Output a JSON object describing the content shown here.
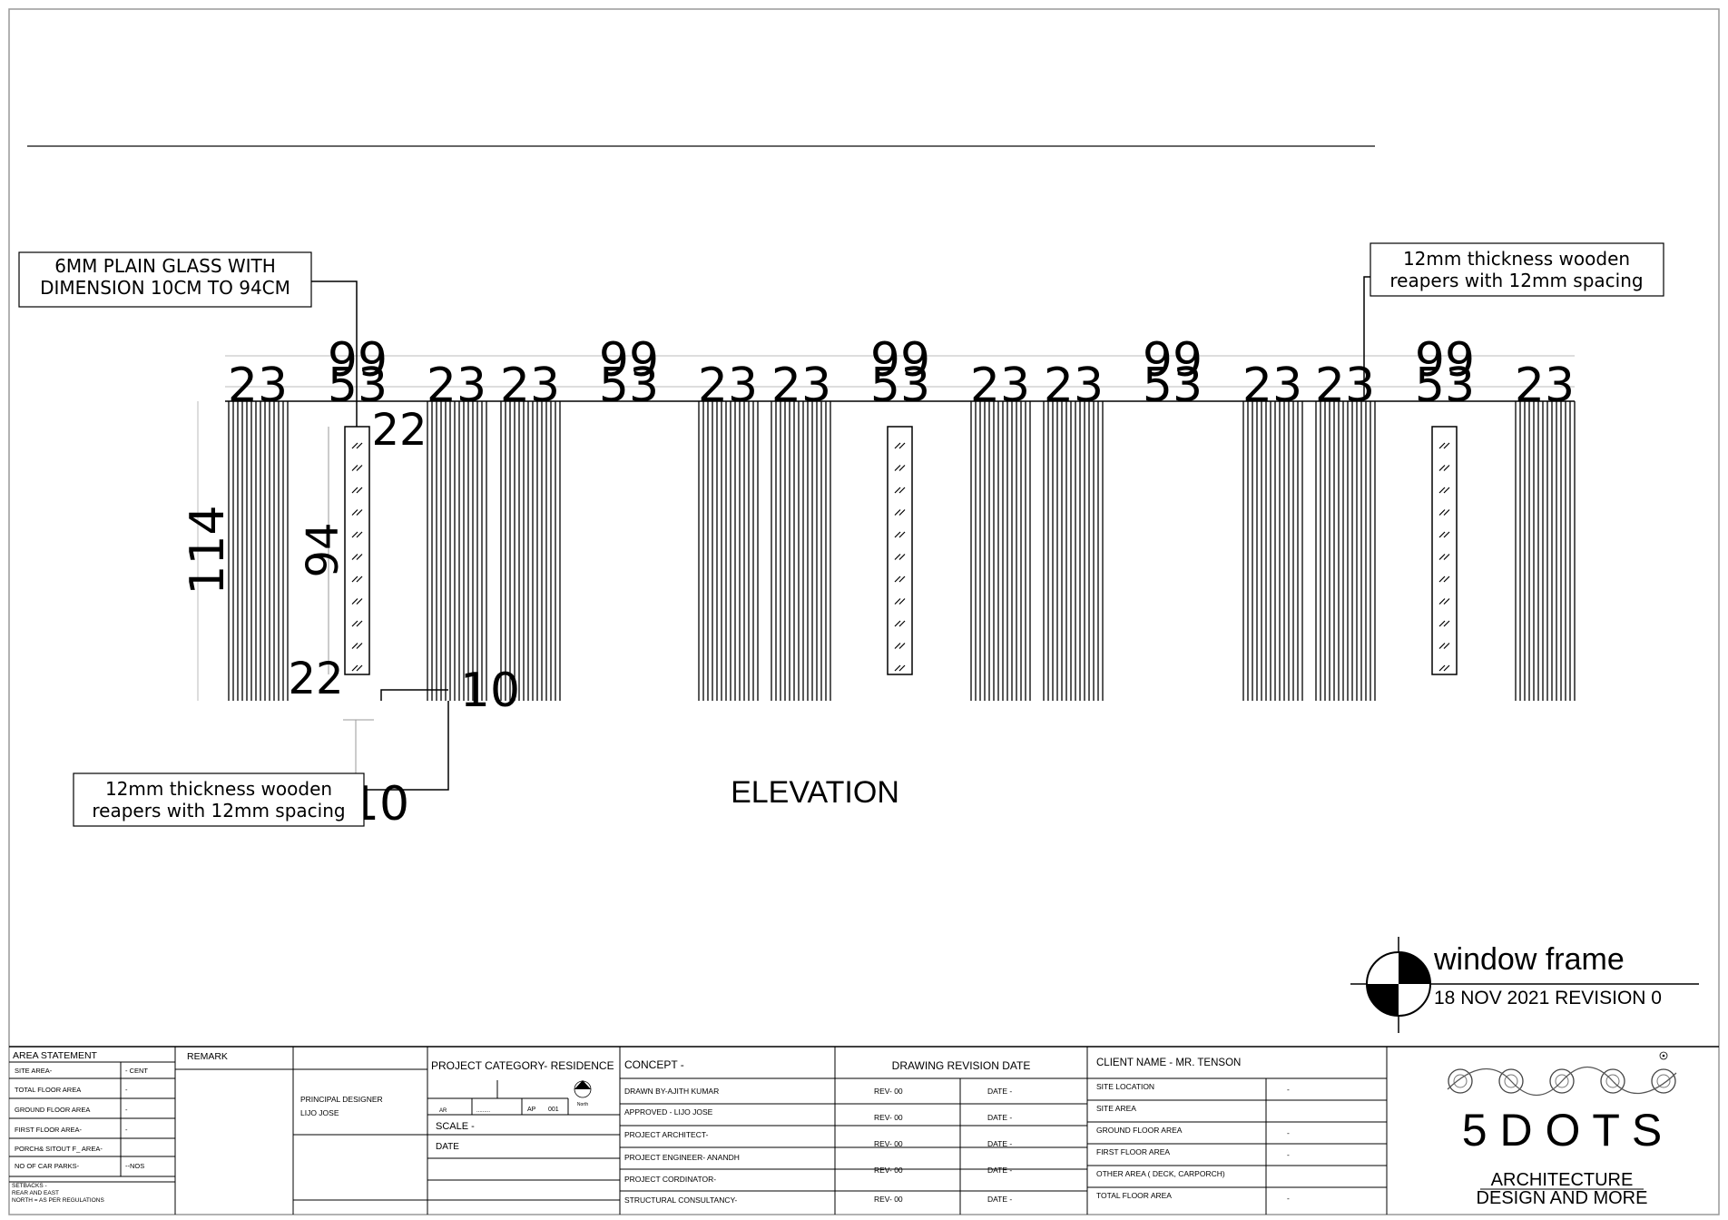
{
  "drawing": {
    "callout_glass": [
      "6MM  PLAIN  GLASS  WITH",
      "DIMENSION  10CM  TO  94CM"
    ],
    "callout_reapers_right": [
      "12mm  thickness  wooden",
      "reapers  with  12mm  spacing"
    ],
    "callout_reapers_left": [
      "12mm  thickness  wooden",
      "reapers  with  12mm  spacing"
    ],
    "dim_top_row1": [
      "99",
      "99",
      "99",
      "99",
      "99"
    ],
    "dim_top_row2": [
      "23",
      "53",
      "23",
      "23",
      "53",
      "23",
      "23",
      "53",
      "23",
      "23",
      "53",
      "23",
      "23",
      "53",
      "23"
    ],
    "dim_height": "114",
    "dim_glass_height": "94",
    "dim_glass_top": "22",
    "dim_glass_bottom": "22",
    "dim_gap_a": "10",
    "dim_gap_b": "10",
    "view_label": "ELEVATION",
    "title": "window frame",
    "subtitle": "18 NOV  2021 REVISION 0"
  },
  "title_block": {
    "area_statement": {
      "heading": "AREA STATEMENT",
      "rows": [
        {
          "label": "SITE AREA-",
          "value": "- CENT"
        },
        {
          "label": "TOTAL FLOOR AREA",
          "value": "-"
        },
        {
          "label": "GROUND FLOOR AREA",
          "value": "-"
        },
        {
          "label": "FIRST FLOOR AREA-",
          "value": "-"
        },
        {
          "label": "PORCH& SITOUT F_ AREA-",
          "value": ""
        },
        {
          "label": "NO OF CAR PARKS-",
          "value": "--NOS"
        }
      ],
      "setbacks": [
        "SETBACKS -",
        "REAR AND EAST",
        "NORTH = AS PER REGULATIONS"
      ]
    },
    "remark": "REMARK",
    "principal_designer": [
      "PRINCIPAL DESIGNER",
      "LIJO JOSE"
    ],
    "project": {
      "category": "PROJECT CATEGORY- RESIDENCE",
      "ar": "AR",
      "dots": ".........",
      "ap": "AP",
      "ap_no": "001",
      "north": "North",
      "scale": "SCALE  -",
      "date": "DATE"
    },
    "concept": {
      "heading": "CONCEPT -",
      "rows": [
        "DRAWN BY-AJITH KUMAR",
        "APPROVED - LIJO JOSE",
        "PROJECT ARCHITECT-",
        "PROJECT ENGINEER- ANANDH",
        "PROJECT CORDINATOR-",
        "STRUCTURAL CONSULTANCY-"
      ]
    },
    "revisions": {
      "heading": "DRAWING  REVISION DATE",
      "rows": [
        {
          "rev": "REV- 00",
          "date": "DATE -"
        },
        {
          "rev": "REV- 00",
          "date": "DATE -"
        },
        {
          "rev": "REV- 00",
          "date": "DATE -"
        },
        {
          "rev": "REV- 00",
          "date": "DATE -"
        },
        {
          "rev": "REV- 00",
          "date": "DATE -"
        }
      ]
    },
    "client": {
      "heading": "CLIENT NAME - MR. TENSON",
      "rows": [
        {
          "label": "SITE LOCATION",
          "value": "-"
        },
        {
          "label": "SITE AREA",
          "value": ""
        },
        {
          "label": "GROUND FLOOR AREA",
          "value": "-"
        },
        {
          "label": "FIRST FLOOR AREA",
          "value": "-"
        },
        {
          "label": "OTHER AREA ( DECK, CARPORCH)",
          "value": ""
        },
        {
          "label": "TOTAL FLOOR AREA",
          "value": "-"
        }
      ]
    },
    "logo": {
      "brand": "5 D O T S",
      "tagline": [
        "ARCHITECTURE",
        "DESIGN AND MORE"
      ]
    }
  }
}
